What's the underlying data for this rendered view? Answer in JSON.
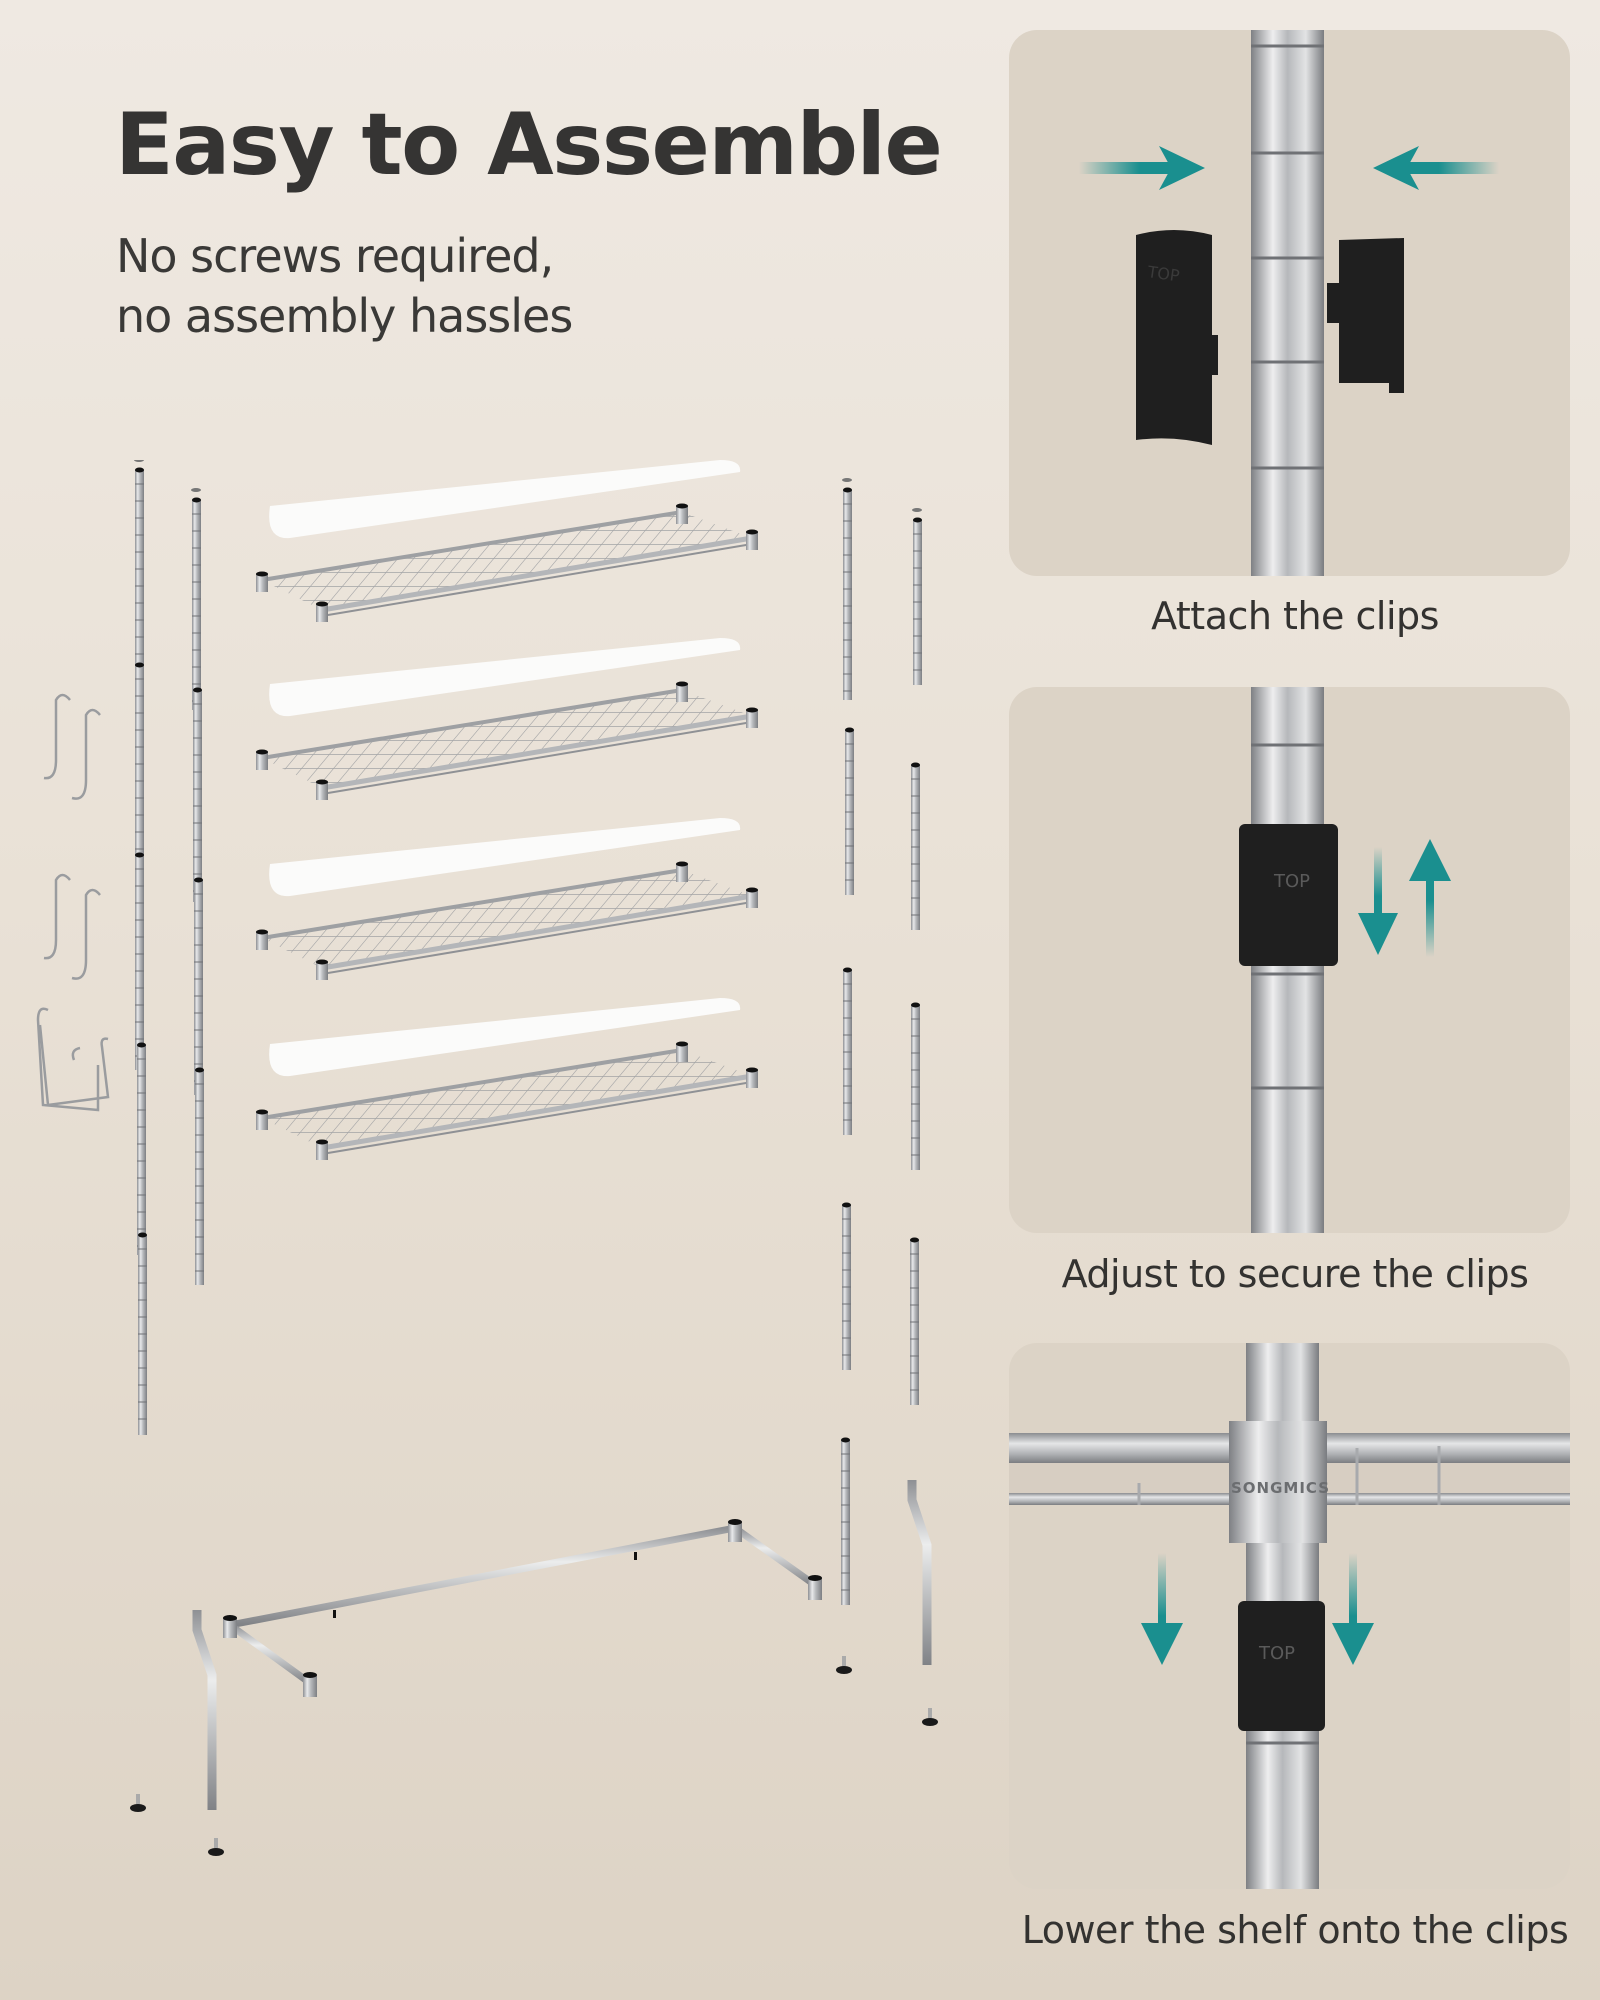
{
  "header": {
    "title": "Easy to Assemble",
    "subtitle_lines": [
      "No screws required,",
      "no assembly hassles"
    ]
  },
  "colors": {
    "accent_teal": "#1a8f8f",
    "text_dark": "#333230",
    "panel_bg": "#dcd3c6",
    "clip_black": "#1f1f1f"
  },
  "steps": [
    {
      "caption": "Attach the clips",
      "icon": "arrows-inward-icon"
    },
    {
      "caption": "Adjust to secure the clips",
      "icon": "arrows-up-down-icon"
    },
    {
      "caption": "Lower the shelf onto the clips",
      "icon": "arrows-down-icon"
    }
  ],
  "clip_label": "TOP",
  "brand_mark": "SONGMICS",
  "parts": {
    "shelves": 4,
    "shelf_liners": 4,
    "hook_sets": 3
  }
}
